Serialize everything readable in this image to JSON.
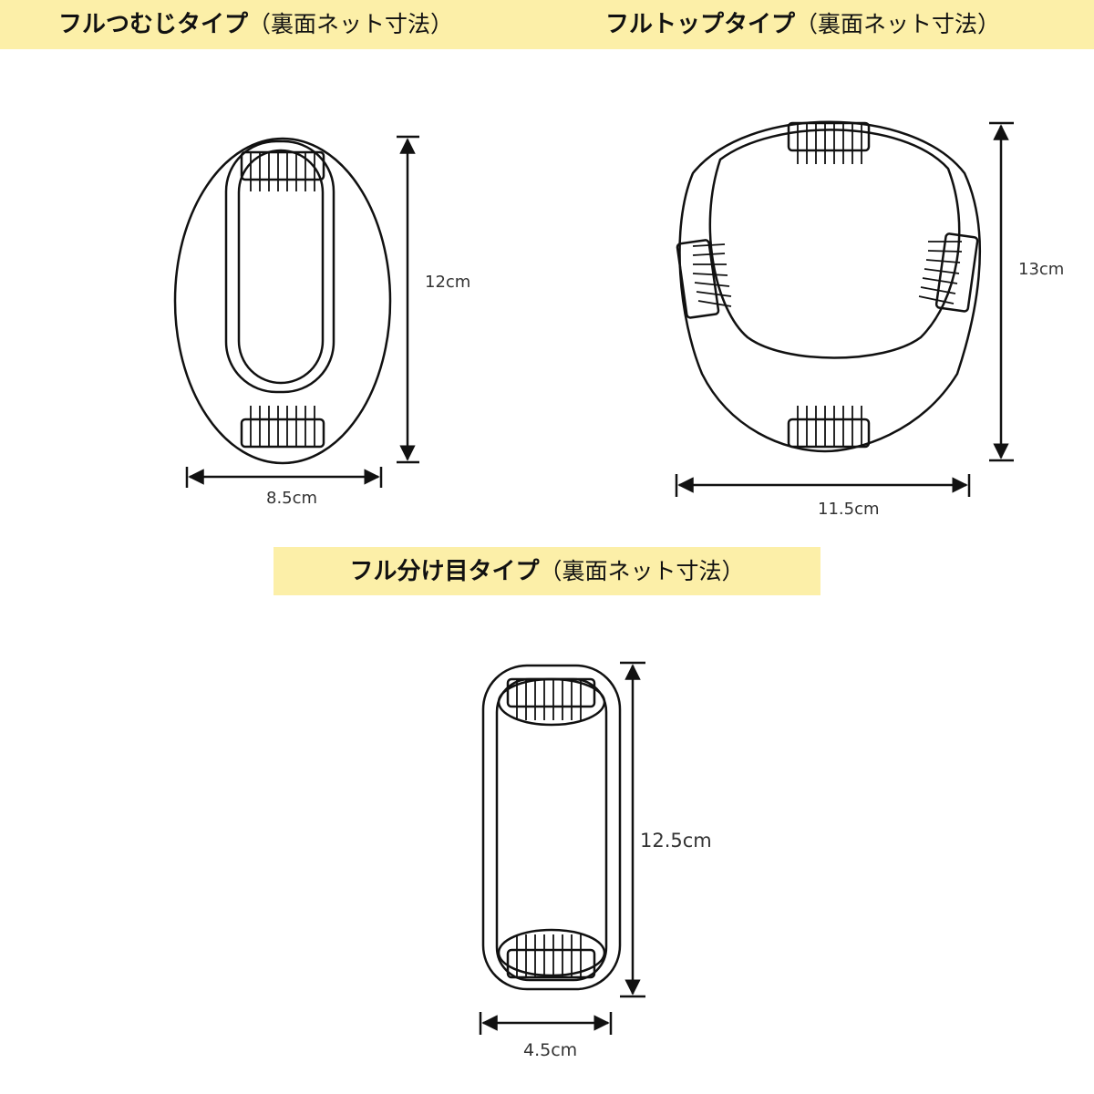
{
  "titles": {
    "full_tsumuji": {
      "main": "フルつむじタイプ",
      "sub": "（裏面ネット寸法）"
    },
    "full_top": {
      "main": "フルトップタイプ",
      "sub": "（裏面ネット寸法）"
    },
    "full_wakeme": {
      "main": "フル分け目タイプ",
      "sub": "（裏面ネット寸法）"
    }
  },
  "dimensions": {
    "tsumuji_height": "12cm",
    "tsumuji_width": "8.5cm",
    "top_height": "13cm",
    "top_width": "11.5cm",
    "wakeme_height": "12.5cm",
    "wakeme_width": "4.5cm"
  },
  "colors": {
    "banner": "#fcefa8",
    "line": "#111111"
  }
}
